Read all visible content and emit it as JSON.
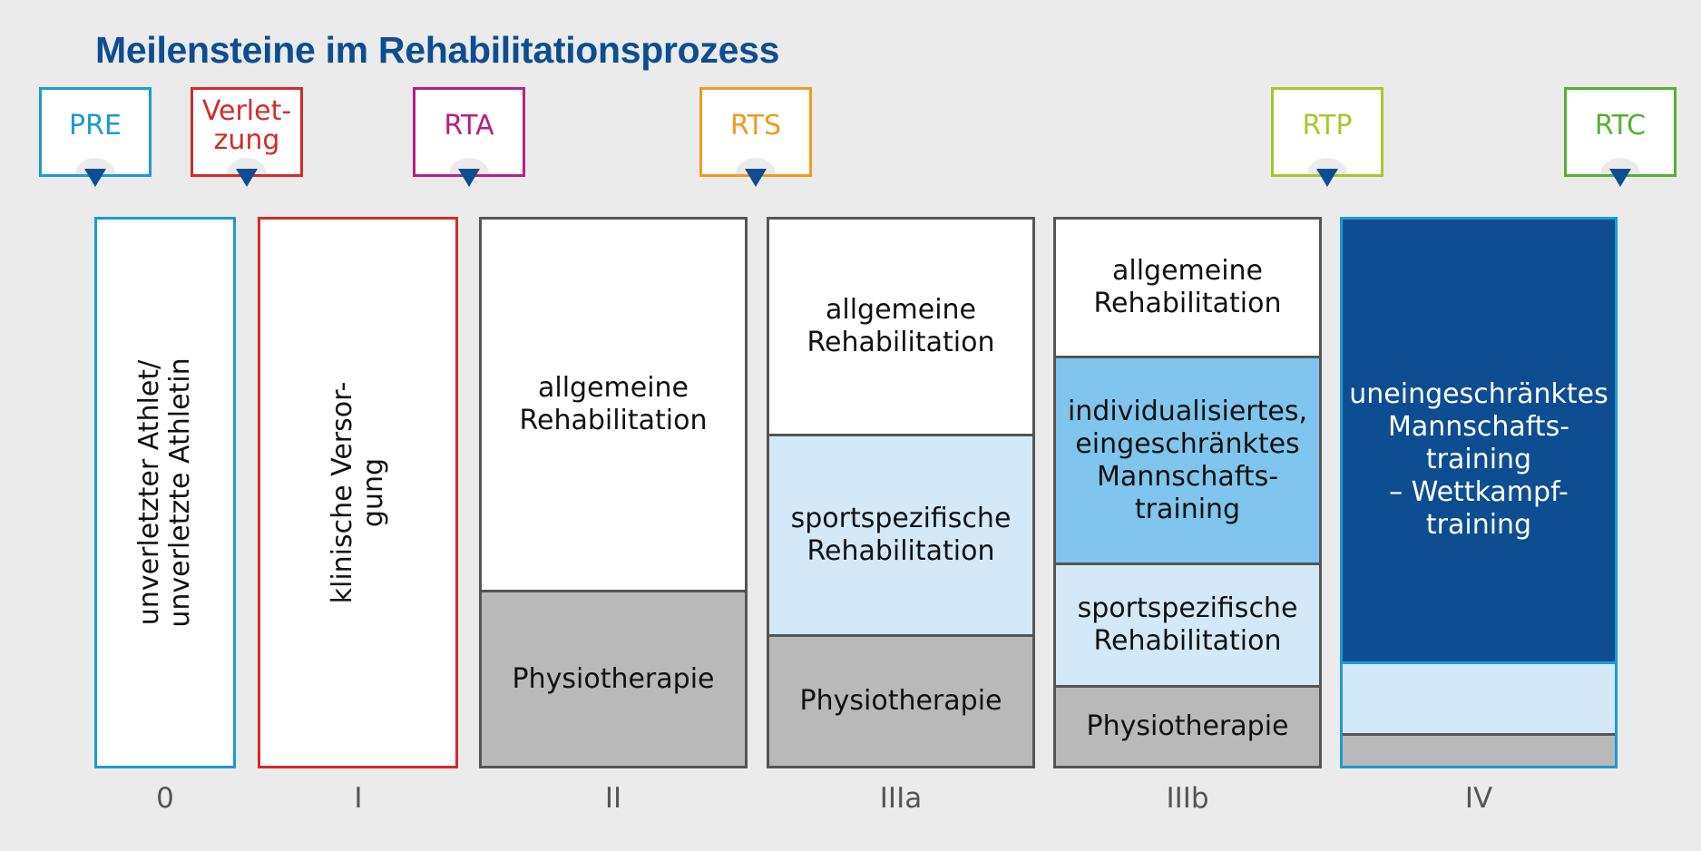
{
  "title": "Meilensteine im Rehabilitationsprozess",
  "milestones": [
    {
      "label": "PRE",
      "color": "#1a9ad6"
    },
    {
      "label": "Verlet-\nzung",
      "color": "#d42a2a"
    },
    {
      "label": "RTA",
      "color": "#b81f84"
    },
    {
      "label": "RTS",
      "color": "#f39a1e"
    },
    {
      "label": "RTP",
      "color": "#a5c928"
    },
    {
      "label": "RTC",
      "color": "#55b033"
    }
  ],
  "pointer_color": "#0e4d92",
  "phases": [
    "0",
    "I",
    "II",
    "IIIa",
    "IIIb",
    "IV"
  ],
  "columns": {
    "c0": {
      "text": "unverletzter Athlet/\nunverletzte Athletin",
      "border": "#1a9ad6"
    },
    "c1": {
      "text": "klinische Versor-\ngung",
      "border": "#d42a2a"
    },
    "c2": [
      {
        "text": "allgemeine\nRehabilitation",
        "fill": "#ffffff"
      },
      {
        "text": "Physiotherapie",
        "fill": "#b8b9b8"
      }
    ],
    "c3": [
      {
        "text": "allgemeine\nRehabilitation",
        "fill": "#ffffff"
      },
      {
        "text": "sportspezifische\nRehabilitation",
        "fill": "#d3e9f7"
      },
      {
        "text": "Physiotherapie",
        "fill": "#b8b9b8"
      }
    ],
    "c4": [
      {
        "text": "allgemeine\nRehabilitation",
        "fill": "#ffffff"
      },
      {
        "text": "individualisiertes,\neingeschränktes\nMannschafts-\ntraining",
        "fill": "#7fc5ee"
      },
      {
        "text": "sportspezifische\nRehabilitation",
        "fill": "#d3e9f7"
      },
      {
        "text": "Physiotherapie",
        "fill": "#b8b9b8"
      }
    ],
    "c5": [
      {
        "text": "uneingeschränktes\nMannschafts-\ntraining\n– Wettkampf-\ntraining",
        "fill": "#0e4d92"
      },
      {
        "text": "",
        "fill": "#d3e9f7"
      },
      {
        "text": "",
        "fill": "#b8b9b8"
      }
    ]
  }
}
